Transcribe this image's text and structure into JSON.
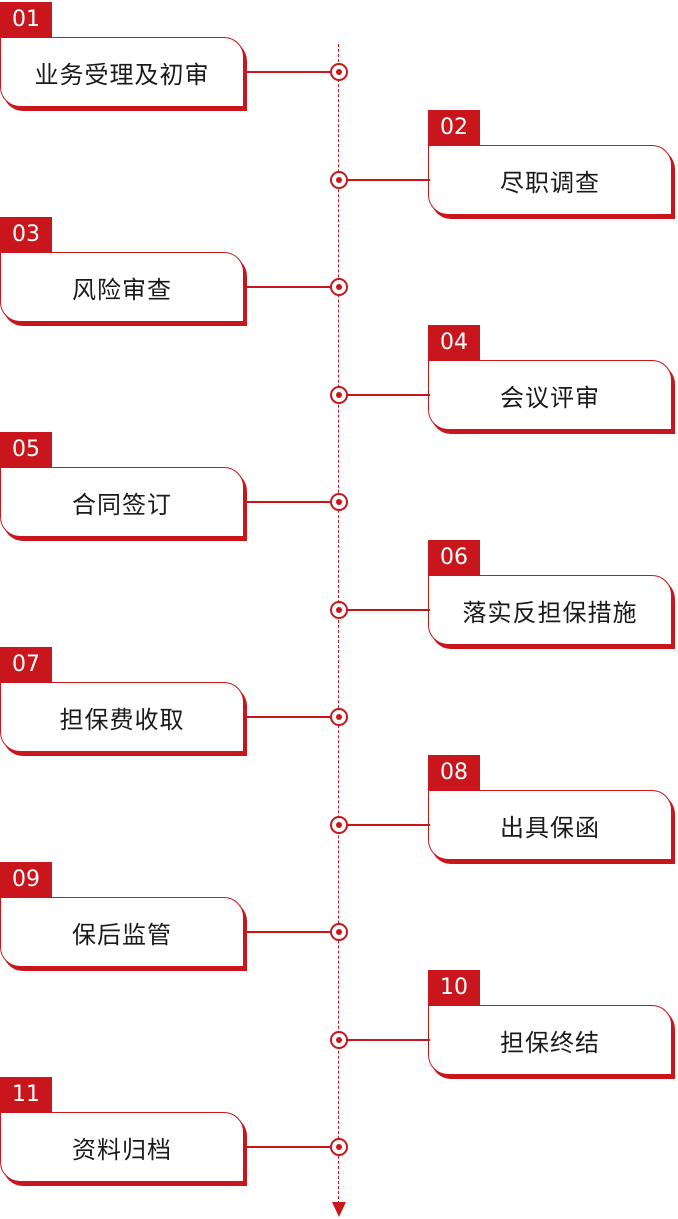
{
  "colors": {
    "accent": "#c9161d",
    "text": "#1a1a1a",
    "background": "#ffffff"
  },
  "steps": [
    {
      "number": "01",
      "label": "业务受理及初审",
      "side": "left"
    },
    {
      "number": "02",
      "label": "尽职调查",
      "side": "right"
    },
    {
      "number": "03",
      "label": "风险审查",
      "side": "left"
    },
    {
      "number": "04",
      "label": "会议评审",
      "side": "right"
    },
    {
      "number": "05",
      "label": "合同签订",
      "side": "left"
    },
    {
      "number": "06",
      "label": "落实反担保措施",
      "side": "right"
    },
    {
      "number": "07",
      "label": "担保费收取",
      "side": "left"
    },
    {
      "number": "08",
      "label": "出具保函",
      "side": "right"
    },
    {
      "number": "09",
      "label": "保后监管",
      "side": "left"
    },
    {
      "number": "10",
      "label": "担保终结",
      "side": "right"
    },
    {
      "number": "11",
      "label": "资料归档",
      "side": "left"
    }
  ]
}
